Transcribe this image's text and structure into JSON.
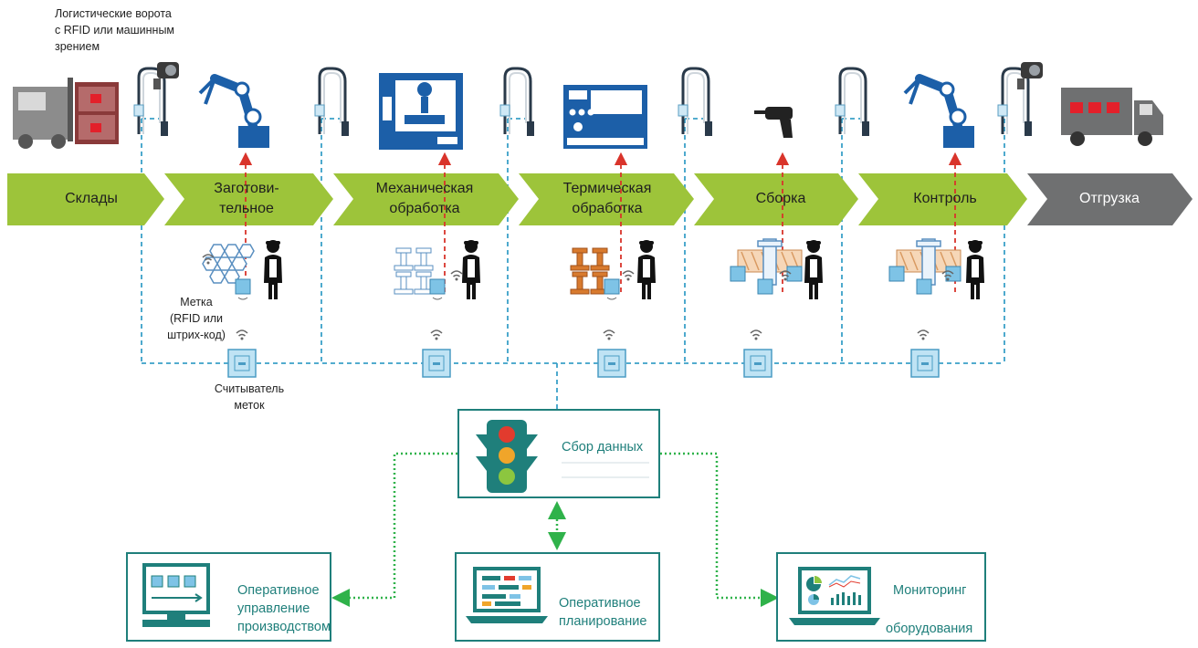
{
  "gate_caption": [
    "Логистические  ворота",
    "с RFID или машинным",
    "зрением"
  ],
  "stages": [
    {
      "lines": [
        "Склады"
      ]
    },
    {
      "lines": [
        "Заготови-",
        "тельное"
      ]
    },
    {
      "lines": [
        "Механическая",
        "обработка"
      ]
    },
    {
      "lines": [
        "Термическая",
        "обработка"
      ]
    },
    {
      "lines": [
        "Сборка"
      ]
    },
    {
      "lines": [
        "Контроль"
      ]
    },
    {
      "lines": [
        "Отгрузка"
      ]
    }
  ],
  "tag_caption": [
    "Метка",
    "(RFID или",
    "штрих-код)"
  ],
  "reader_caption": [
    "Считыватель",
    "меток"
  ],
  "data_collection": {
    "label": "Сбор данных"
  },
  "systems": [
    {
      "lines": [
        "Оперативное",
        "управление",
        "производством"
      ],
      "icon": "monitor-icon"
    },
    {
      "lines": [
        "Оперативное",
        "планирование"
      ],
      "icon": "laptop-icon"
    },
    {
      "lines": [
        "Мониторинг",
        "оборудования"
      ],
      "icon": "laptop-chart-icon"
    }
  ],
  "colors": {
    "chevron_green": "#9dc43a",
    "shipping_gray": "#6f7071",
    "equipment_blue": "#1c5fa8",
    "tag_blue": "#7ec3e6",
    "network_dashed": "#3aa0c8",
    "red_arrow": "#d9342b",
    "green_dotted": "#2fb24a",
    "box_teal": "#1f7f7b",
    "heat_orange": "#d87a2e"
  }
}
